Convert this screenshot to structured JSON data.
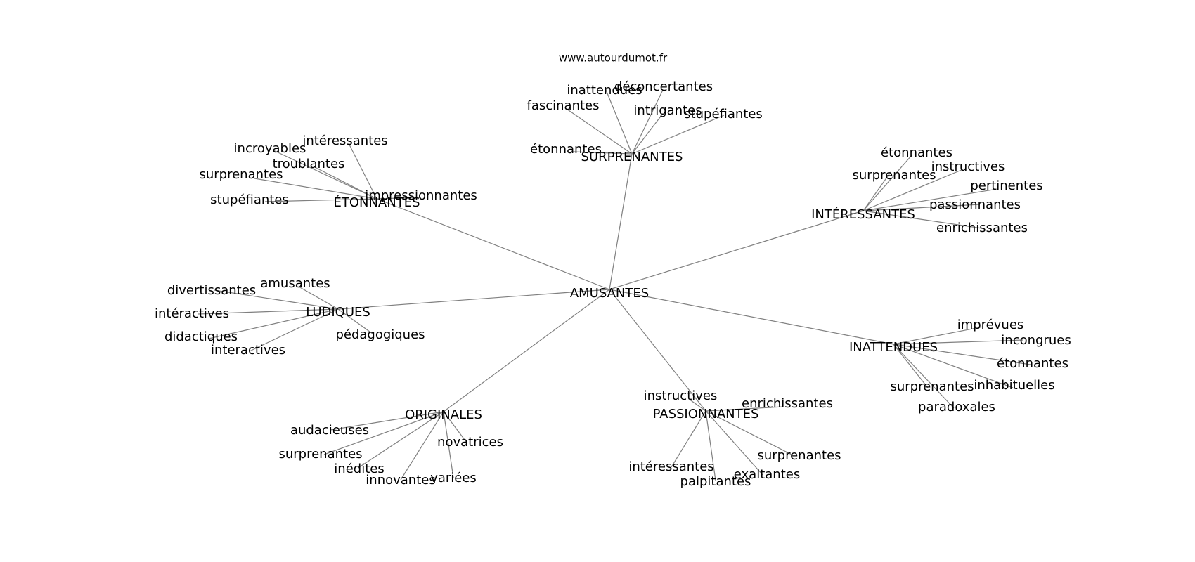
{
  "source_label": "www.autourdumot.fr",
  "center": {
    "label": "AMUSANTES"
  },
  "clusters": [
    {
      "label": "SURPRENANTES",
      "leaves": [
        "inattendues",
        "déconcertantes",
        "fascinantes",
        "intrigantes",
        "stupéfiantes",
        "étonnantes"
      ]
    },
    {
      "label": "ÉTONNANTES",
      "leaves": [
        "intéressantes",
        "incroyables",
        "troublantes",
        "surprenantes",
        "impressionnantes",
        "stupéfiantes"
      ]
    },
    {
      "label": "INTÉRESSANTES",
      "leaves": [
        "étonnantes",
        "instructives",
        "surprenantes",
        "pertinentes",
        "passionnantes",
        "enrichissantes"
      ]
    },
    {
      "label": "LUDIQUES",
      "leaves": [
        "amusantes",
        "divertissantes",
        "intéractives",
        "didactiques",
        "interactives",
        "pédagogiques"
      ]
    },
    {
      "label": "INATTENDUES",
      "leaves": [
        "imprévues",
        "incongrues",
        "étonnantes",
        "inhabituelles",
        "surprenantes",
        "paradoxales"
      ]
    },
    {
      "label": "ORIGINALES",
      "leaves": [
        "audacieuses",
        "novatrices",
        "surprenantes",
        "inédites",
        "innovantes",
        "variées"
      ]
    },
    {
      "label": "PASSIONNANTES",
      "leaves": [
        "instructives",
        "enrichissantes",
        "surprenantes",
        "intéressantes",
        "exaltantes",
        "palpitantes"
      ]
    }
  ]
}
